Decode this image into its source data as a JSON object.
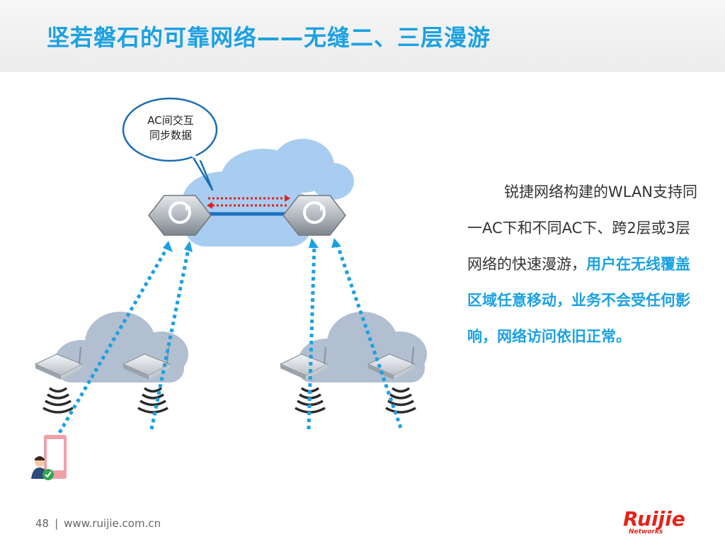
{
  "title": "坚若磐石的可靠网络——无缝二、三层漫游",
  "bubble": {
    "line1": "AC间交互",
    "line2": "同步数据"
  },
  "description": {
    "normal": "锐捷网络构建的WLAN支持同一AC下和不同AC下、跨2层或3层网络的快速漫游，",
    "highlight": "用户在无线覆盖区域任意移动，业务不会受任何影响，网络访问依旧正常。"
  },
  "footer": {
    "page": "48",
    "separator": "|",
    "url": "www.ruijie.com.cn"
  },
  "logo": {
    "brand": "Ruijie",
    "sub": "Networks"
  },
  "colors": {
    "accent": "#1ba1e2",
    "cloud": "#a9cdf0",
    "sync_arrow": "#e02020",
    "phone": "#f2a0a8"
  },
  "icons": [
    "ac-controller-icon",
    "access-point-icon",
    "wifi-signal-icon",
    "mobile-phone-icon",
    "user-icon",
    "checkmark-icon"
  ]
}
